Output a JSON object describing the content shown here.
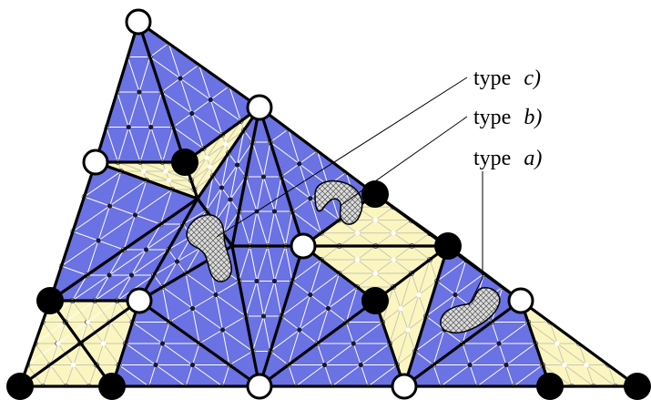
{
  "labels": {
    "type_c": {
      "word": "type",
      "letter": "c)"
    },
    "type_b": {
      "word": "type",
      "letter": "b)"
    },
    "type_a": {
      "word": "type",
      "letter": "a)"
    }
  },
  "colors": {
    "coarse_fill": "#6b72e3",
    "highlight_fill": "#fbf6c0",
    "fine_edge": "#ffffff",
    "fine_edge_highlight": "#c9c6b0",
    "coarse_edge": "#000000",
    "node_black": "#000000",
    "node_white": "#ffffff",
    "blob_fill": "#d8d8d8"
  }
}
